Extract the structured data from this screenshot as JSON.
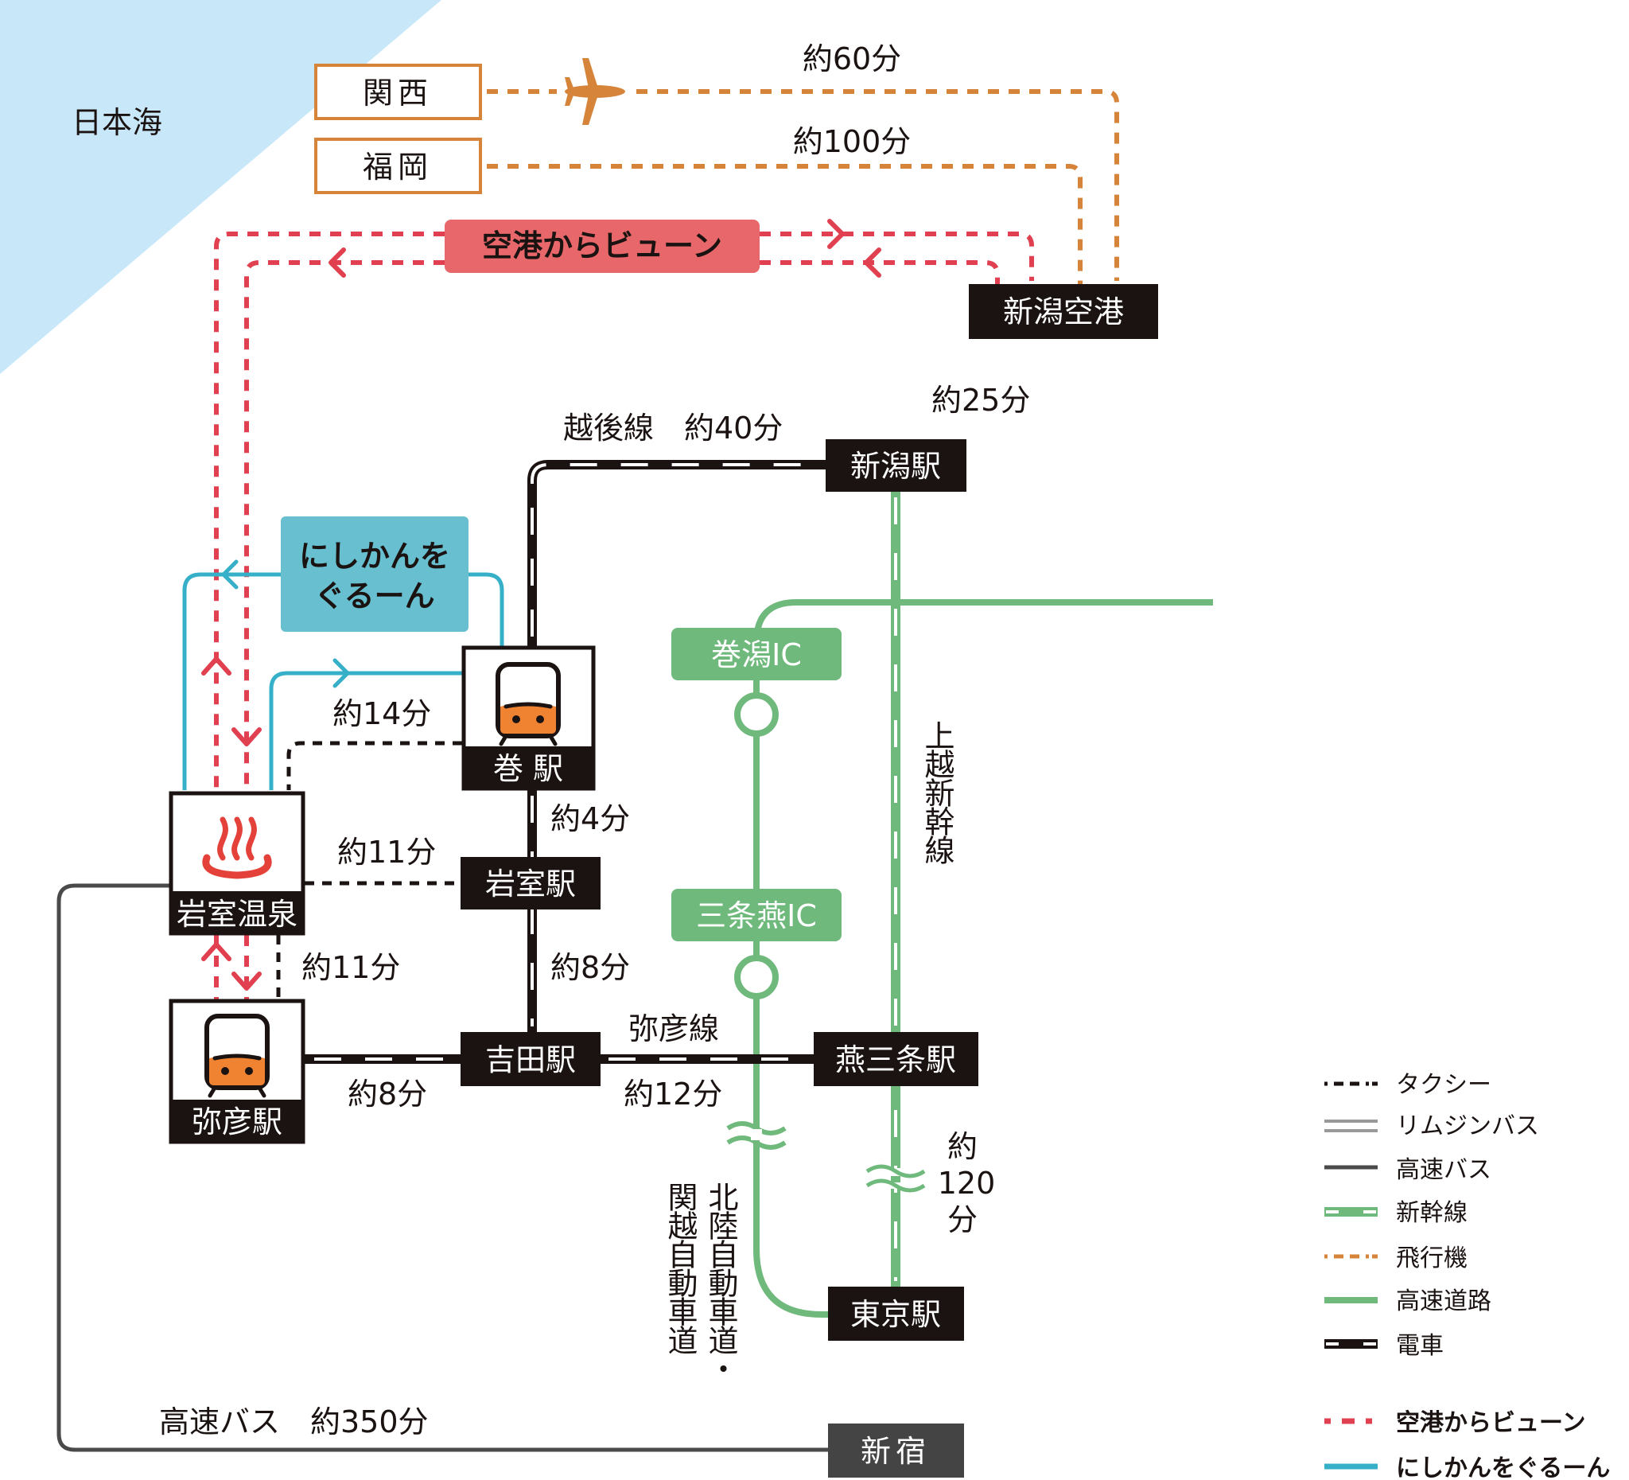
{
  "map": {
    "sea_label": "日本海",
    "colors": {
      "sea": "#c8e8fa",
      "flight": "#d6843a",
      "airport_bus": "#e0404f",
      "airport_bus_box": "#e8676a",
      "loop_bus": "#36b0c8",
      "loop_bus_box": "#67bfcf",
      "expressway": "#6fb97c",
      "station_box": "#1a1311",
      "shinjuku_box": "#444444",
      "train_icon_orange": "#f08332",
      "onsen_red": "#e3413a"
    },
    "origins": [
      {
        "id": "kansai",
        "label": "関西",
        "time": "約60分",
        "icon": "airplane-icon"
      },
      {
        "id": "fukuoka",
        "label": "福岡",
        "time": "約100分"
      }
    ],
    "airport": {
      "label": "新潟空港"
    },
    "airport_bus": {
      "label": "空港からビューン"
    },
    "loop_bus": {
      "label_line1": "にしかんを",
      "label_line2": "ぐるーん"
    },
    "stations": {
      "maki": "巻 駅",
      "iwamuro_onsen": "岩室温泉",
      "yahiko": "弥彦駅",
      "iwamuro": "岩室駅",
      "yoshida": "吉田駅",
      "tsubamesanjo": "燕三条駅",
      "niigata": "新潟駅",
      "tokyo": "東京駅",
      "shinjuku": "新宿"
    },
    "interchanges": {
      "makigata": "巻潟IC",
      "sanjotsubame": "三条燕IC"
    },
    "times": {
      "echigo_line": "越後線　約40分",
      "niigata_to_airport": "約25分",
      "onsen_maki_loop": "約14分",
      "maki_iwamuro": "約4分",
      "onsen_iwamuro_taxi": "約11分",
      "onsen_yahiko_taxi": "約11分",
      "iwamuro_yoshida": "約8分",
      "yahiko_line": "弥彦線",
      "yahiko_yoshida": "約8分",
      "yoshida_tsubame": "約12分",
      "shinkansen_time": [
        "約",
        "120",
        "分"
      ],
      "highway_bus": "高速バス　約350分"
    },
    "vertical_labels": {
      "joetsu_shinkansen": "上越新幹線",
      "hokuriku": "北陸自動車道・",
      "kanetsu": "関越自動車道"
    }
  },
  "legend": {
    "items": [
      {
        "key": "taxi",
        "label": "タクシー"
      },
      {
        "key": "limousine",
        "label": "リムジンバス"
      },
      {
        "key": "highway_bus",
        "label": "高速バス"
      },
      {
        "key": "shinkansen",
        "label": "新幹線"
      },
      {
        "key": "airplane",
        "label": "飛行機"
      },
      {
        "key": "expressway",
        "label": "高速道路"
      },
      {
        "key": "train",
        "label": "電車"
      },
      {
        "key": "airport_bus",
        "label": "空港からビューン"
      },
      {
        "key": "loop_bus",
        "label": "にしかんをぐるーん"
      }
    ]
  }
}
